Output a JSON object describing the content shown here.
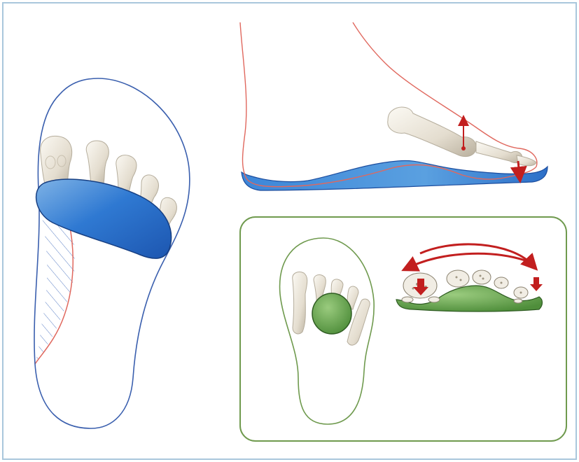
{
  "colors": {
    "frame_border": "#a9c7dc",
    "outline_blue": "#3a5fae",
    "outline_red": "#e0685e",
    "pad_blue_light": "#8fbde8",
    "pad_blue_dark": "#1f62c2",
    "green_frame": "#6f9a4e",
    "green_fill": "#5b9a45",
    "green_light": "#8cc072",
    "arrow_red": "#c21f1f",
    "bone_fill": "#efebe1",
    "bone_shade": "#b5ad9c",
    "hatch_blue": "#5a7fc5"
  },
  "panels": {
    "sole_view": {
      "icon": "foot-sole-outline"
    },
    "side_view": {
      "icon": "foot-side-outline"
    },
    "detail_box": {
      "icon": "forefoot-detail"
    }
  },
  "icons": {
    "metatarsal_pad_blue": "metatarsal-pad",
    "metatarsal_pad_green": "metatarsal-button",
    "lift_arrow": "up-arrow",
    "press_arrow": "down-arrow",
    "curved_arrow": "curved-double-arrow"
  }
}
